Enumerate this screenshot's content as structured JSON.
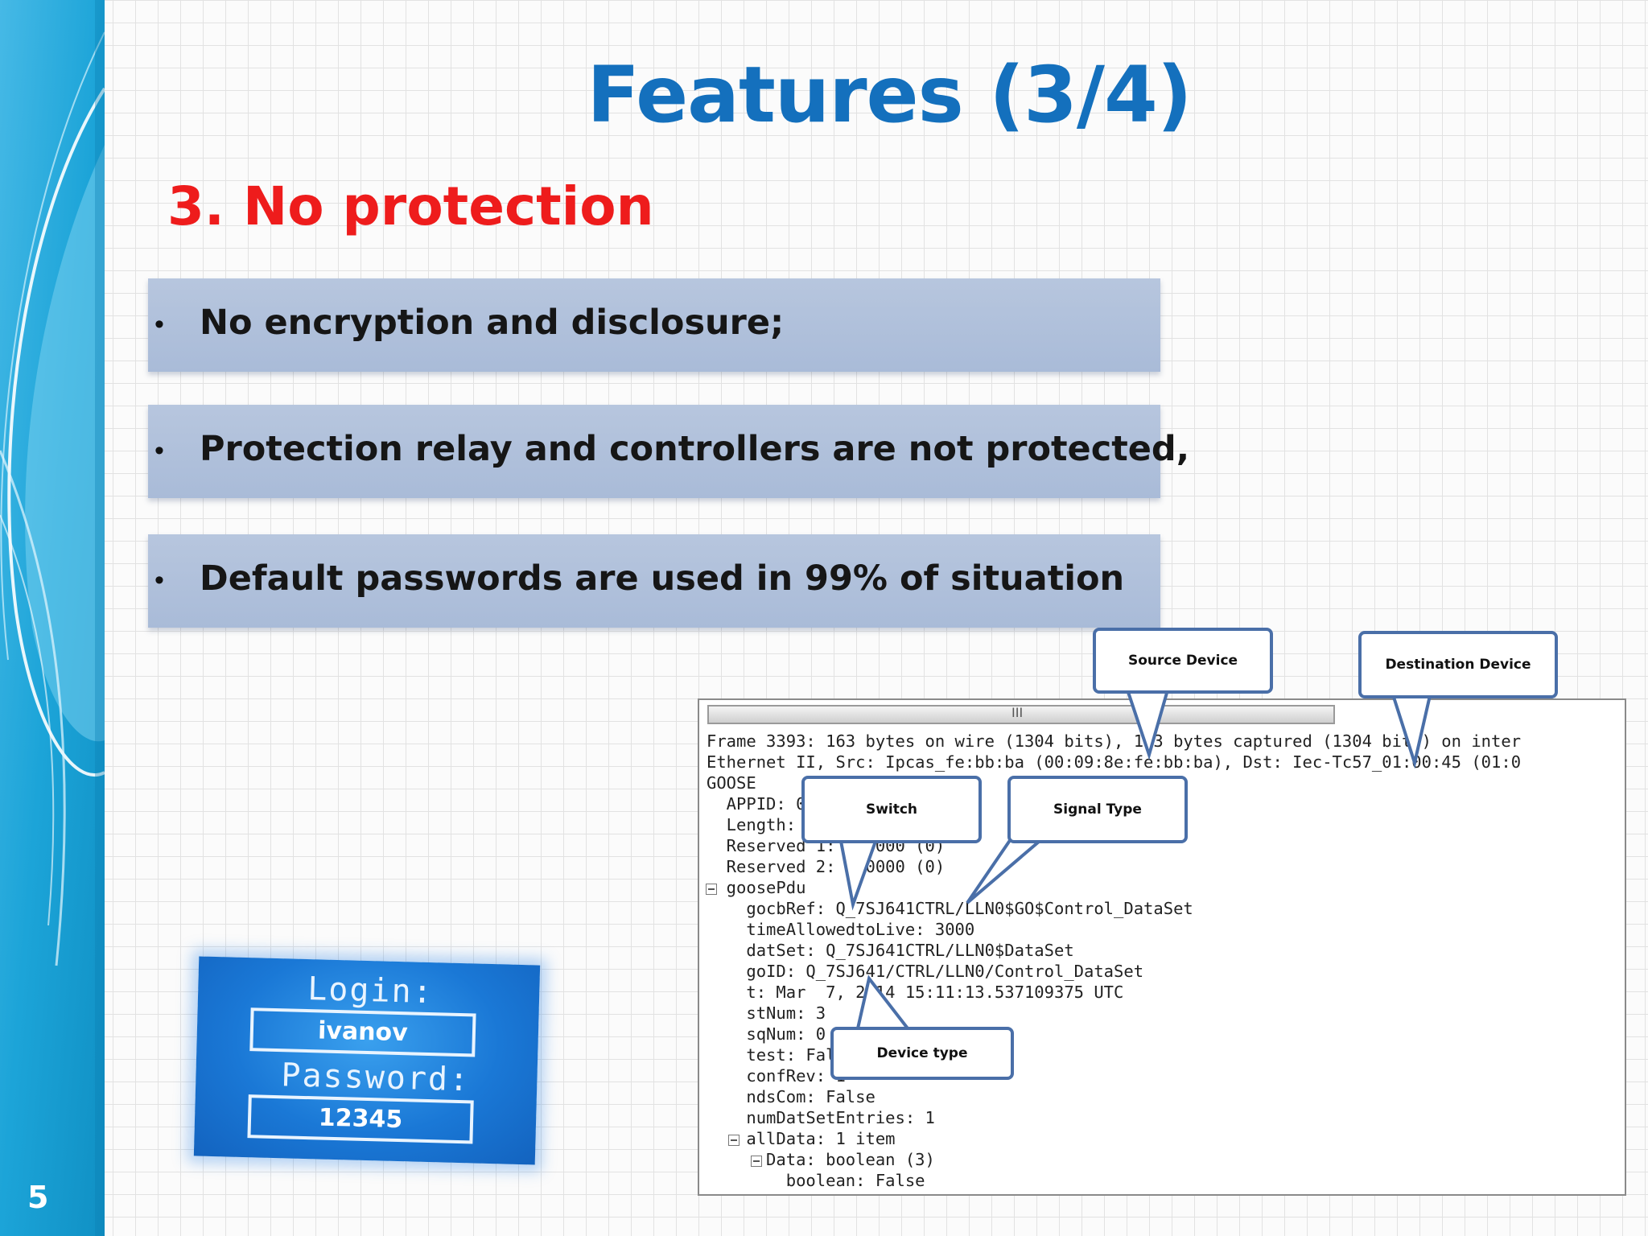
{
  "slide": {
    "title": "Features (3/4)",
    "subtitle": "3. No protection",
    "number": "5"
  },
  "bullets": [
    {
      "marker": "•",
      "text": "No encryption and disclosure;"
    },
    {
      "marker": "•",
      "text": "Protection relay and controllers are not protected,"
    },
    {
      "marker": "•",
      "text": "Default passwords are used in 99% of situation"
    }
  ],
  "login_image": {
    "login_label": "Login:",
    "login_value": "ivanov",
    "password_label": "Password:",
    "password_value": "12345"
  },
  "capture": {
    "scroll_grip": "III",
    "lines": [
      "Frame 3393: 163 bytes on wire (1304 bits), 163 bytes captured (1304 bits) on inter",
      "Ethernet II, Src: Ipcas_fe:bb:ba (00:09:8e:fe:bb:ba), Dst: Iec-Tc57_01:00:45 (01:0",
      "GOOSE",
      "  APPID: 0x0001 (1)",
      "  Length: 149",
      "  Reserved 1: 0x0000 (0)",
      "  Reserved 2: 0x0000 (0)",
      "  goosePdu",
      "    gocbRef: Q_7SJ641CTRL/LLN0$GO$Control_DataSet",
      "    timeAllowedtoLive: 3000",
      "    datSet: Q_7SJ641CTRL/LLN0$DataSet",
      "    goID: Q_7SJ641/CTRL/LLN0/Control_DataSet",
      "    t: Mar  7, 2014 15:11:13.537109375 UTC",
      "    stNum: 3",
      "    sqNum: 0",
      "    test: False",
      "    confRev: 1",
      "    ndsCom: False",
      "    numDatSetEntries: 1",
      "    allData: 1 item",
      "      Data: boolean (3)",
      "        boolean: False"
    ]
  },
  "callouts": {
    "source": "Source Device",
    "destination": "Destination Device",
    "switch": "Switch",
    "signal_type": "Signal Type",
    "device_type": "Device type"
  },
  "colors": {
    "title": "#1470bd",
    "subtitle": "#ee1c1c",
    "bullet_box": "#b1c2dc",
    "callout_border": "#4a6fa8",
    "sidebar": "#1a9fd4"
  }
}
